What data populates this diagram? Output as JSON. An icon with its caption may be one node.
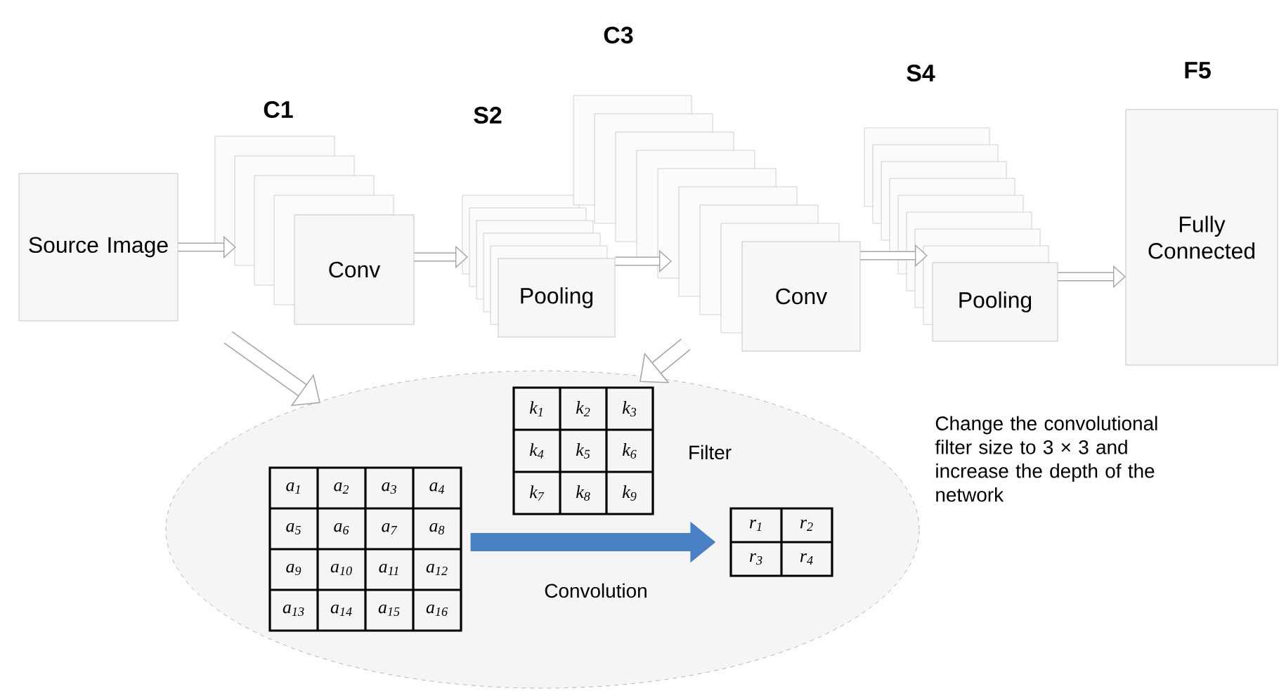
{
  "diagram": {
    "nodes": [
      {
        "text": [
          "Source Image"
        ]
      },
      {
        "text": [
          "Conv"
        ]
      },
      {
        "text": [
          "Pooling"
        ]
      },
      {
        "text": [
          "Conv"
        ]
      },
      {
        "text": [
          "Pooling"
        ]
      },
      {
        "text": [
          "Fully Connected"
        ],
        "beside": [
          "F5"
        ]
      },
      {
        "text": [],
        "shape": "ellipse"
      },
      {
        "text": [
          "a$_{1}$",
          "a$_{2}$",
          "a$_{3}$",
          "a$_{4}$",
          "a$_{5}$",
          "a$_{6}$",
          "a$_{7}$",
          "a$_{8}$",
          "a$_{9}$",
          "a$_{10}$",
          "a$_{11}$",
          "a$_{12}$",
          "a$_{13}$",
          "a$_{14}$",
          "a$_{15}$",
          "a$_{16}$"
        ],
        "in": 6
      },
      {
        "text": [
          "k$_{1}$",
          "k$_{2}$",
          "k$_{3}$",
          "k$_{4}$",
          "k$_{5}$",
          "k$_{6}$",
          "k$_{7}$",
          "k$_{8}$",
          "k$_{9}$"
        ],
        "beside": [
          "Filter"
        ],
        "in": 6
      },
      {
        "text": [
          "r$_{1}$",
          "r$_{2}$",
          "r$_{3}$",
          "r$_{4}$"
        ],
        "in": 6
      }
    ],
    "edges": [
      {
        "from": 0,
        "to": 1,
        "arrow": "to"
      },
      {
        "from": 1,
        "to": 2,
        "arrow": "to"
      },
      {
        "from": 2,
        "to": 3,
        "arrow": "to"
      },
      {
        "from": 3,
        "to": 4,
        "arrow": "to"
      },
      {
        "from": 4,
        "to": 5,
        "arrow": "to"
      },
      {
        "from": 1,
        "to": 6,
        "arrow": "to"
      },
      {
        "from": 3,
        "to": 6,
        "arrow": "to"
      },
      {
        "from": 7,
        "to": 9,
        "arrow": "to",
        "label": "Convolution",
        "style": "thick",
        "color": "#4a80c4"
      }
    ],
    "labels": [
      "C1",
      "S2",
      "C3",
      "S4",
      "Change the convolutional filter size to 3 × 3 and increase the depth of the network"
    ]
  }
}
